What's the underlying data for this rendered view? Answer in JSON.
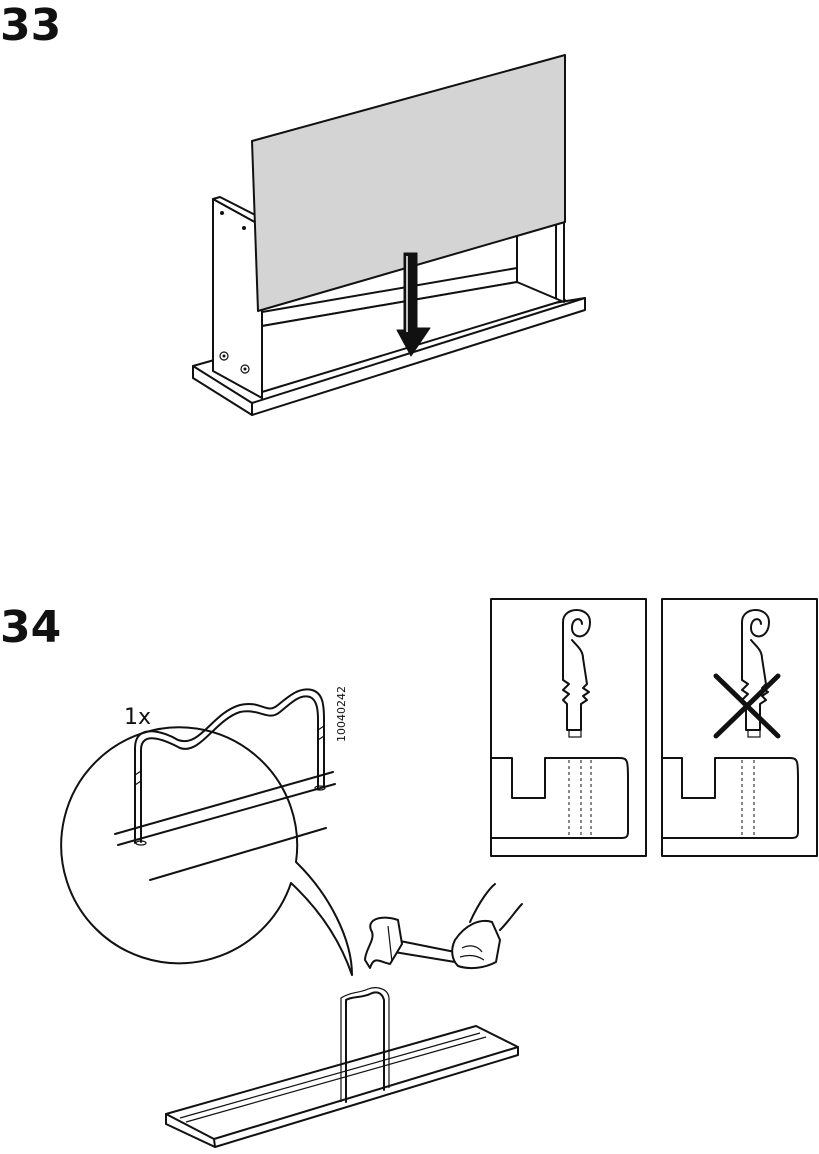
{
  "steps": [
    {
      "number": "33"
    },
    {
      "number": "34",
      "part": {
        "quantity": "1x",
        "article_number": "10040242"
      }
    }
  ],
  "icons": {
    "arrow": "down-arrow-icon",
    "tool": "hammer-icon",
    "hand": "hand-icon",
    "correct": "correct-depth-illustration",
    "wrong": "wrong-depth-cross-icon"
  }
}
